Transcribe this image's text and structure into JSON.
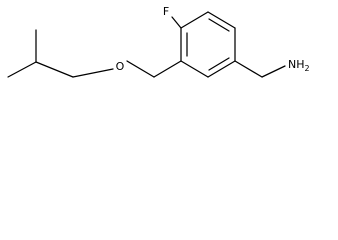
{
  "molecule": {
    "atoms": {
      "fluorine": "F",
      "oxygen": "O",
      "amine": "NH2"
    }
  }
}
